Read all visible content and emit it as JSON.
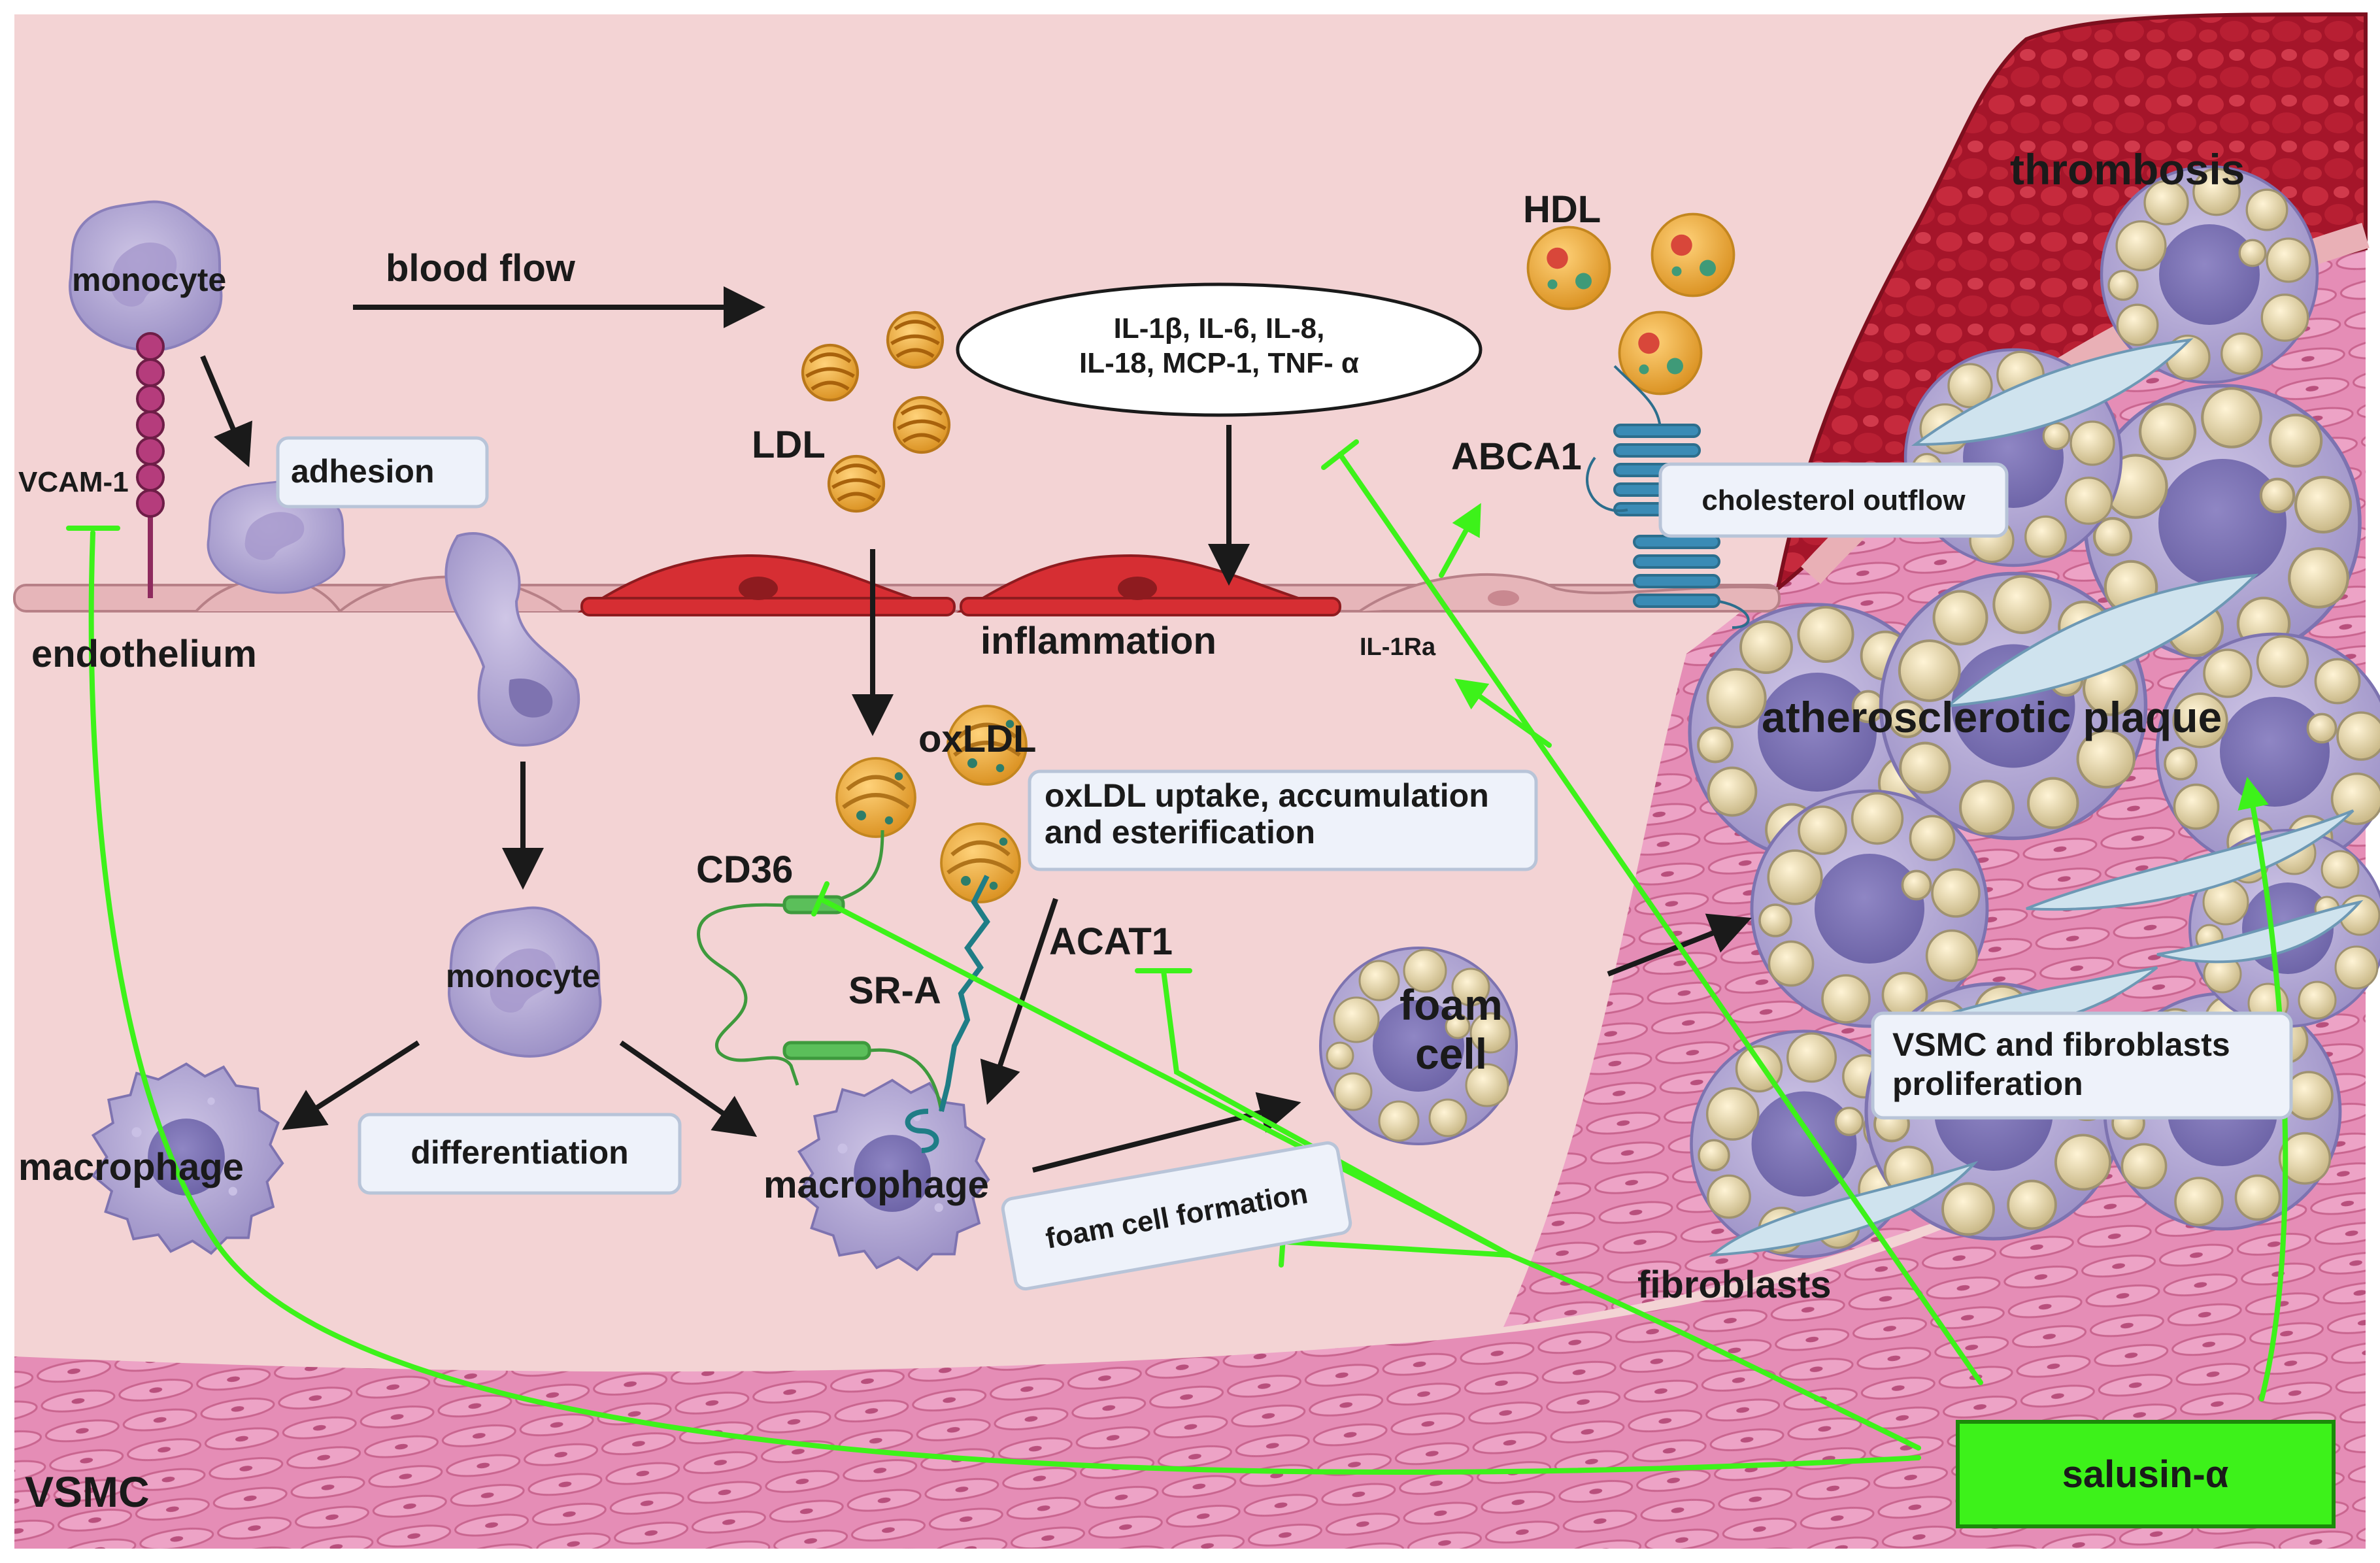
{
  "colors": {
    "background": "#f3d3d4",
    "vsmc_layer": "#e98fb7",
    "thrombus": "#b0182c",
    "plaque_cell": "#9b93c8",
    "monocyte": "#b7a8d3",
    "endothelium": "#e6b5b9",
    "inflamed_endothelium": "#d62e33",
    "lipoprotein": "#f0b445",
    "inhibition_green": "#3df21a",
    "label_box_fill": "#eef2fa",
    "label_box_stroke": "#b8c4d8",
    "salusin_box": "#3df21a"
  },
  "labels": {
    "monocyte_top": "monocyte",
    "blood_flow": "blood flow",
    "vcam1": "VCAM-1",
    "adhesion": "adhesion",
    "endothelium": "endothelium",
    "ldl": "LDL",
    "cytokines_line1": "IL-1β, IL-6, IL-8,",
    "cytokines_line2": "IL-18, MCP-1, TNF- α",
    "inflammation": "inflammation",
    "hdl": "HDL",
    "abca1": "ABCA1",
    "cholesterol_outflow": "cholesterol outflow",
    "il1ra": "IL-1Ra",
    "thrombosis": "thrombosis",
    "atherosclerotic_plaque": "atherosclerotic plaque",
    "oxldl": "oxLDL",
    "oxldl_uptake_line1": "oxLDL uptake, accumulation",
    "oxldl_uptake_line2": "and esterification",
    "cd36": "CD36",
    "sra": "SR-A",
    "acat1": "ACAT1",
    "foam_cell_line1": "foam",
    "foam_cell_line2": "cell",
    "monocyte_mid": "monocyte",
    "macrophage_left": "macrophage",
    "differentiation": "differentiation",
    "macrophage_center": "macrophage",
    "foam_cell_formation": "foam cell formation",
    "vsmc_prolif_line1": "VSMC and fibroblasts",
    "vsmc_prolif_line2": "proliferation",
    "fibroblasts": "fibroblasts",
    "vsmc": "VSMC",
    "salusin": "salusin-α"
  },
  "icons": {
    "monocyte": "monocyte-cell-icon",
    "macrophage": "macrophage-cell-icon",
    "foam_cell": "foam-cell-icon",
    "ldl": "ldl-particle-icon",
    "hdl": "hdl-particle-icon",
    "receptor": "transmembrane-receptor-icon"
  }
}
